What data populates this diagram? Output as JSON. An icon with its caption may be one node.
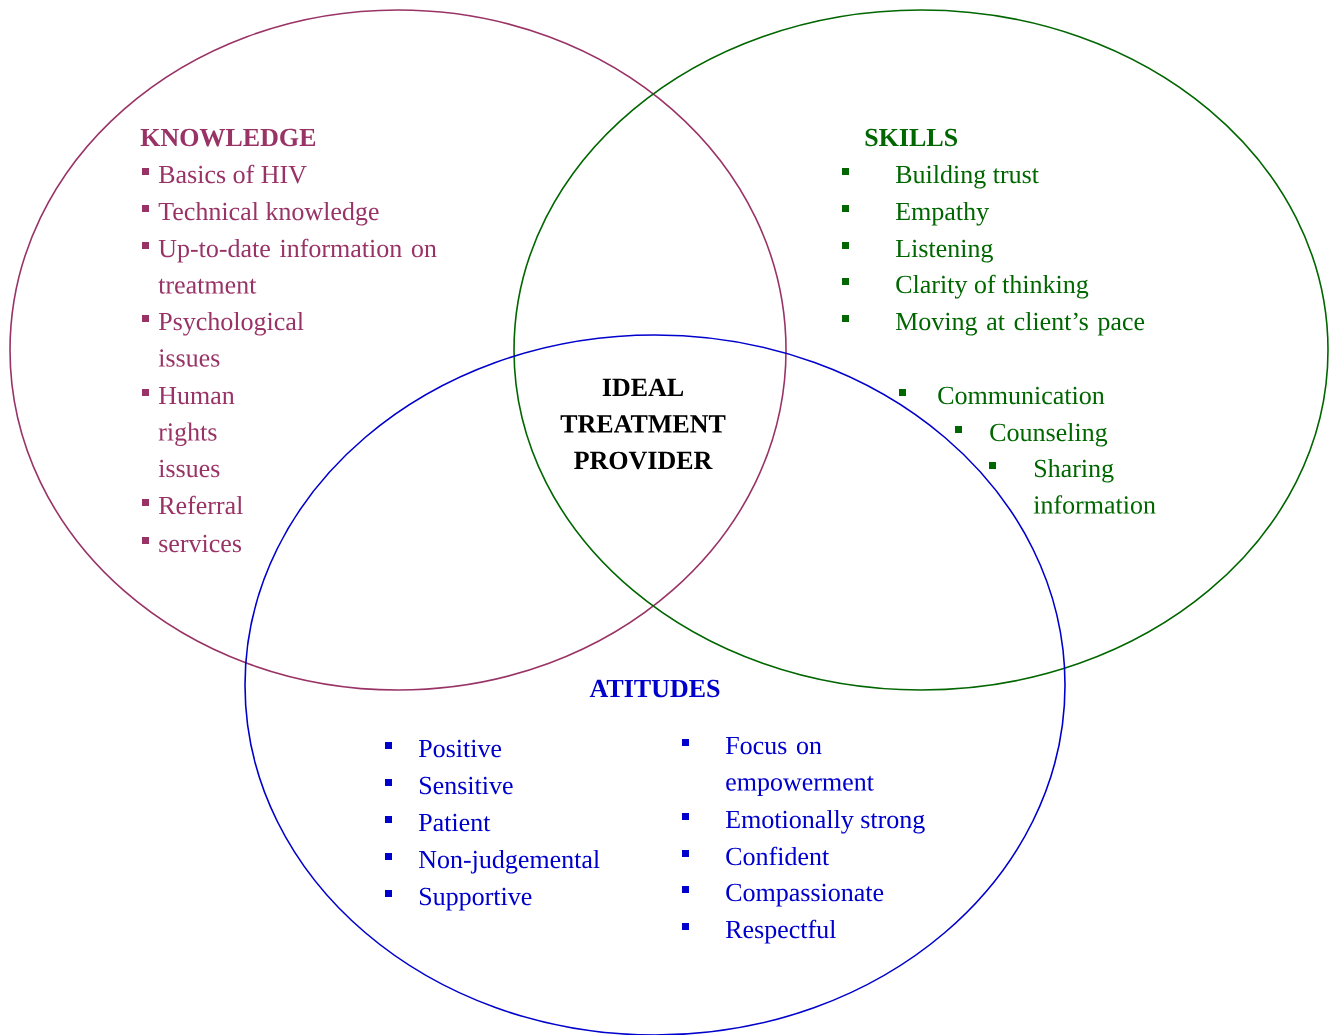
{
  "diagram": {
    "nodes": [
      {
        "text": [
          "KNOWLEDGE",
          "Basics of HIV",
          "Technical knowledge",
          "Up-to-date information on treatment",
          "Psychological issues",
          "Human rights issues",
          "Referral",
          "services"
        ]
      },
      {
        "text": [
          "SKILLS",
          "Building trust",
          "Empathy",
          "Listening",
          "Clarity of thinking",
          "Moving at client’s pace",
          "Communication",
          "Counseling",
          "Sharing information"
        ]
      },
      {
        "text": [
          "ATITUDES",
          "Positive",
          "Sensitive",
          "Patient",
          "Non-judgemental",
          "Supportive",
          "Focus on empowerment",
          "Emotionally strong",
          "Confident",
          "Compassionate",
          "Respectful"
        ]
      }
    ],
    "labels": [
      "IDEAL TREATMENT PROVIDER"
    ]
  }
}
